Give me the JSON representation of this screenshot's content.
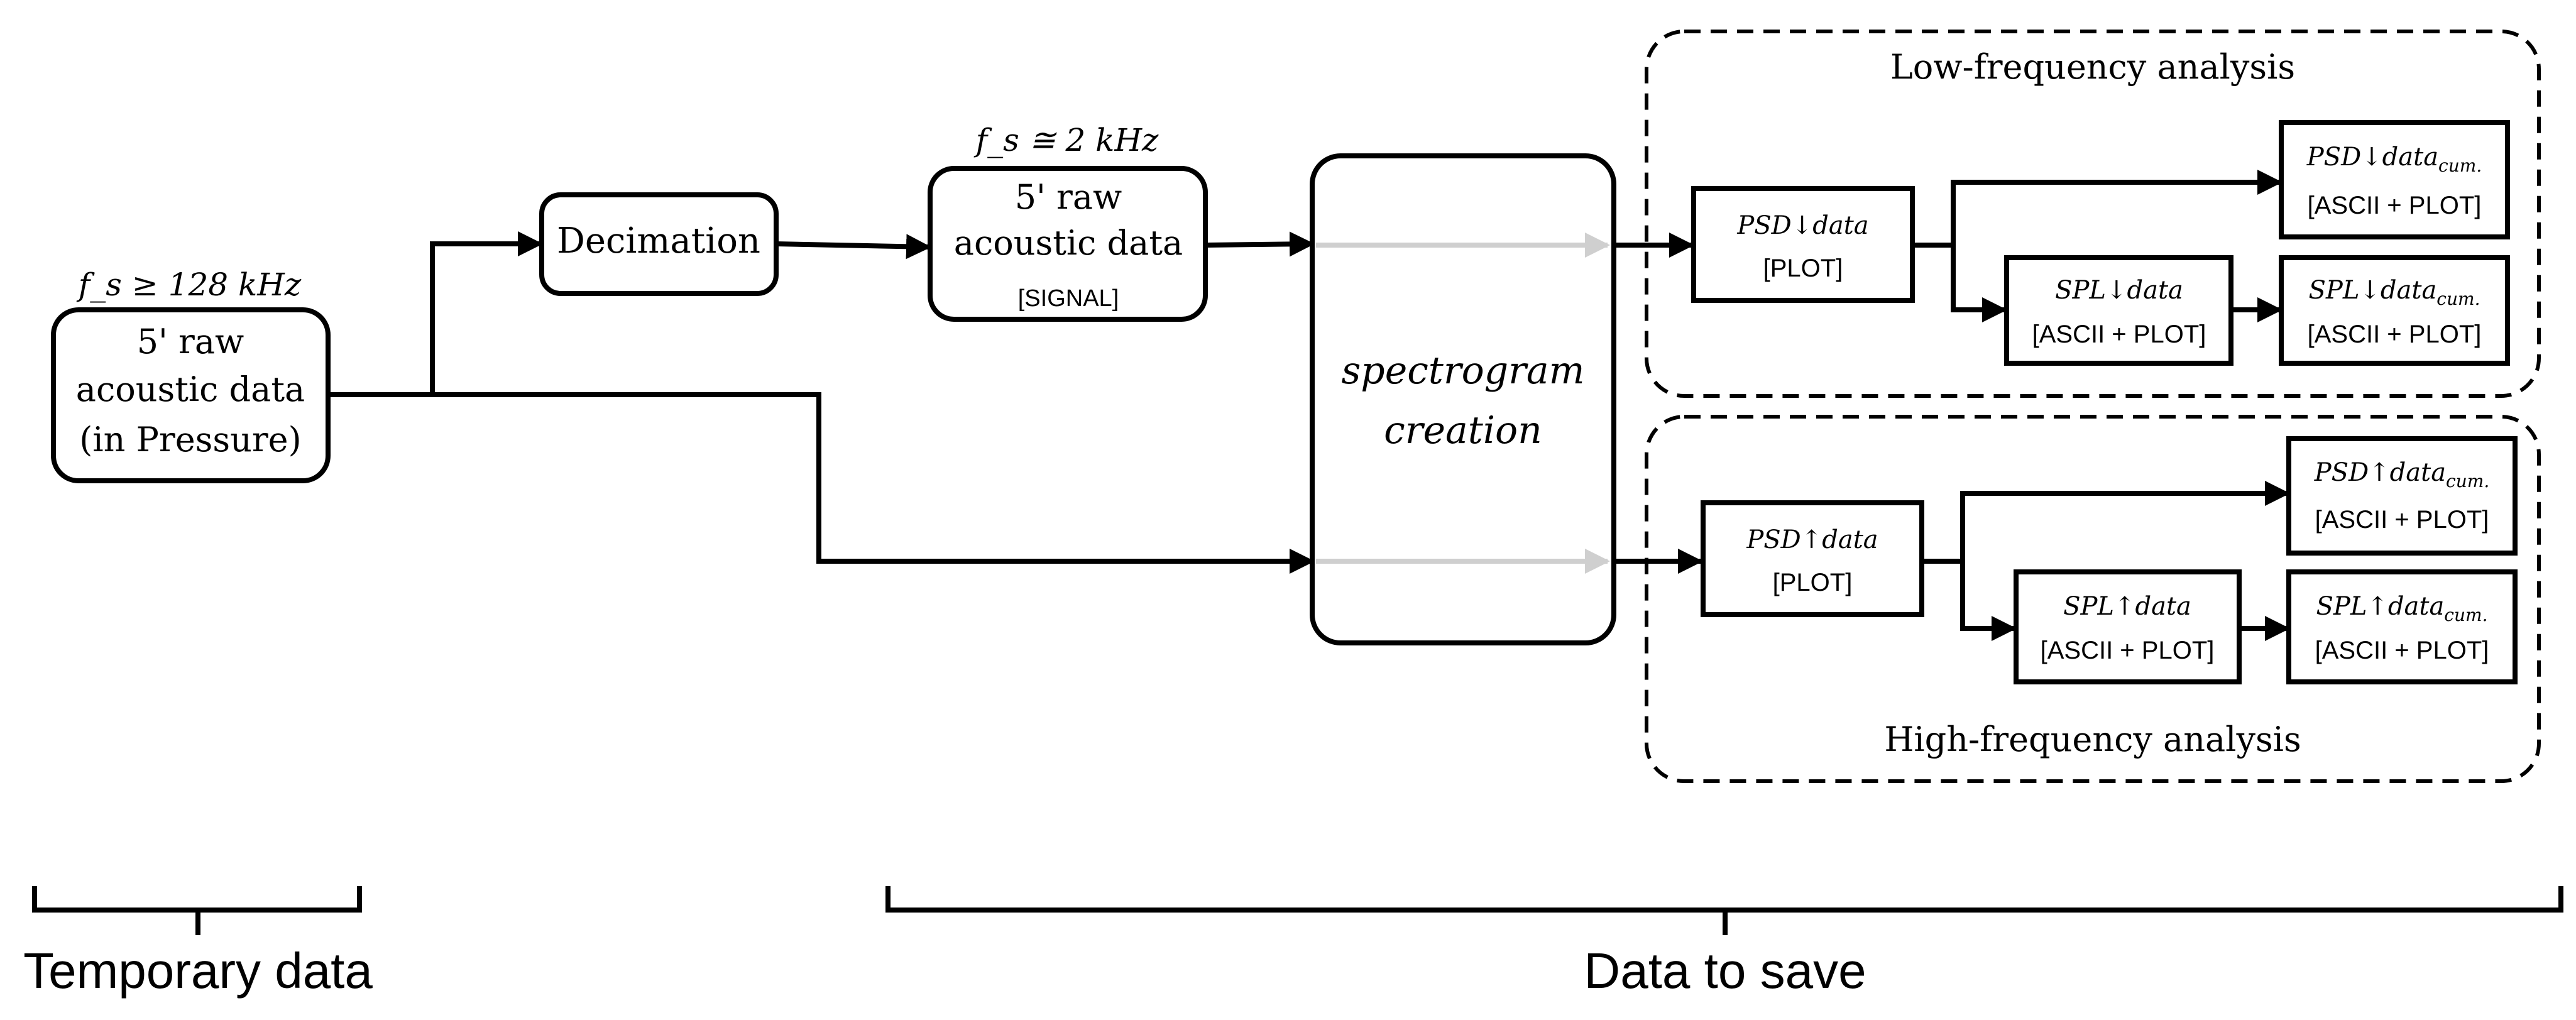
{
  "raw_input": {
    "rate": "f_s ≥ 128 kHz",
    "line1": "5' raw",
    "line2": "acoustic data",
    "line3": "(in Pressure)"
  },
  "decimation": {
    "label": "Decimation"
  },
  "decimated": {
    "rate": "f_s ≅ 2 kHz",
    "line1": "5' raw",
    "line2": "acoustic data",
    "line3": "[SIGNAL]"
  },
  "spectrogram": {
    "line1": "spectrogram",
    "line2": "creation"
  },
  "low_freq": {
    "title": "Low-frequency analysis",
    "psd": {
      "name": "PSD↓data",
      "tag": "[PLOT]"
    },
    "psd_cum": {
      "name_main": "PSD↓data",
      "name_sub": "cum.",
      "tag": "[ASCII + PLOT]"
    },
    "spl": {
      "name": "SPL↓data",
      "tag": "[ASCII + PLOT]"
    },
    "spl_cum": {
      "name_main": "SPL↓data",
      "name_sub": "cum.",
      "tag": "[ASCII + PLOT]"
    }
  },
  "high_freq": {
    "title": "High-frequency analysis",
    "psd": {
      "name": "PSD↑data",
      "tag": "[PLOT]"
    },
    "psd_cum": {
      "name_main": "PSD↑data",
      "name_sub": "cum.",
      "tag": "[ASCII + PLOT]"
    },
    "spl": {
      "name": "SPL↑data",
      "tag": "[ASCII + PLOT]"
    },
    "spl_cum": {
      "name_main": "SPL↑data",
      "name_sub": "cum.",
      "tag": "[ASCII + PLOT]"
    }
  },
  "braces": {
    "temporary": "Temporary data",
    "save": "Data to save"
  }
}
